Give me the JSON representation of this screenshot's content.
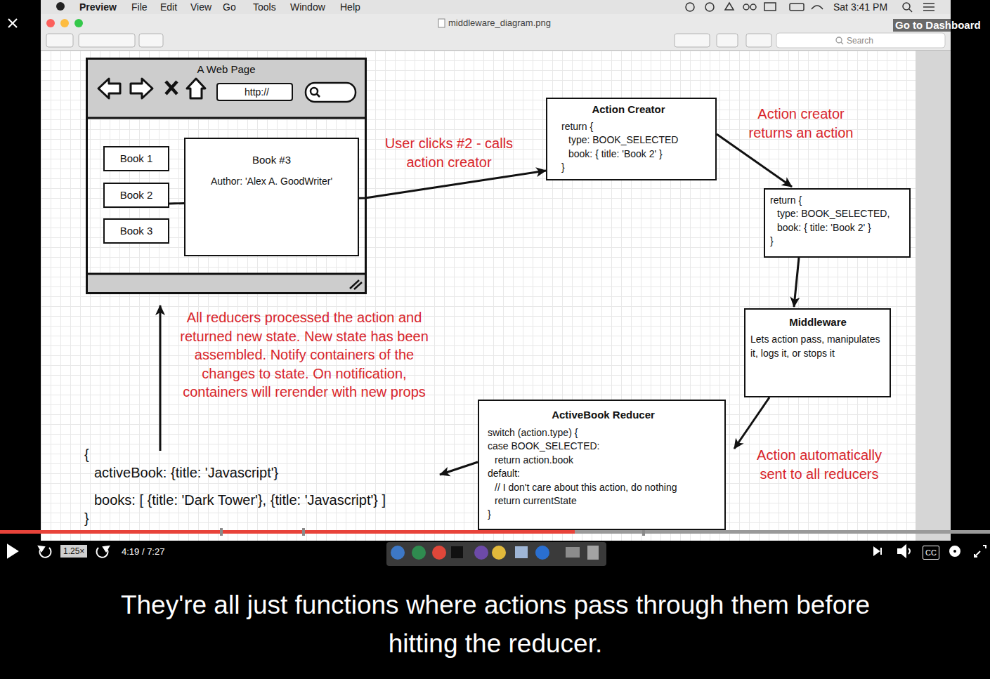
{
  "diagram": {
    "caption": "They're all just functions where actions pass through them before hitting the reducer.",
    "nodes": [
      {
        "text": [
          "A Web Page"
        ]
      },
      {
        "text": [
          "http://"
        ],
        "in": 0
      },
      {
        "text": [
          "Book 1"
        ],
        "in": 0
      },
      {
        "text": [
          "Book 2"
        ],
        "in": 0
      },
      {
        "text": [
          "Book 3"
        ],
        "in": 0
      },
      {
        "text": [
          "Book #3",
          "Author: 'Alex A. GoodWriter'"
        ],
        "in": 0
      },
      {
        "text": [
          "Action Creator",
          "return {",
          "type: BOOK_SELECTED",
          "book: { title: 'Book 2' }",
          "}"
        ]
      },
      {
        "text": [
          "return {",
          "type: BOOK_SELECTED,",
          "book: { title: 'Book 2' }",
          "}"
        ]
      },
      {
        "text": [
          "Middleware",
          "Lets action pass, manipulates it, logs it, or stops it"
        ]
      },
      {
        "text": [
          "ActiveBook Reducer",
          "switch (action.type) {",
          "case BOOK_SELECTED:",
          "return action.book",
          "default:",
          "// I don't care about this action, do nothing",
          "return currentState",
          "}"
        ]
      },
      {
        "text": [
          "{",
          "activeBook: {title: 'Javascript'}",
          "books: [ {title: 'Dark Tower'}, {title: 'Javascript'} ]",
          "}"
        ]
      }
    ],
    "edges": [
      {
        "from": 3,
        "to": 6,
        "arrow": "to",
        "label": "User clicks #2 - calls action creator"
      },
      {
        "from": 6,
        "to": 7,
        "arrow": "to",
        "label": "Action creator returns an action"
      },
      {
        "from": 7,
        "to": 8,
        "arrow": "to"
      },
      {
        "from": 8,
        "to": 9,
        "arrow": "to",
        "label": "Action automatically sent to all reducers"
      },
      {
        "from": 9,
        "to": 10,
        "arrow": "to"
      },
      {
        "from": 10,
        "to": 0,
        "arrow": "to",
        "label": "All reducers processed the action and returned new state. New state has been assembled. Notify containers of the changes to state. On notification, containers will rerender with new props"
      }
    ],
    "labels": [
      "Preview",
      "File",
      "Edit",
      "View",
      "Go",
      "Tools",
      "Window",
      "Help",
      "Sat 3:41 PM",
      "middleware_diagram.png",
      "Search",
      "Go to Dashboard",
      "1.25×",
      "4:19 / 7:27",
      "CC"
    ]
  }
}
